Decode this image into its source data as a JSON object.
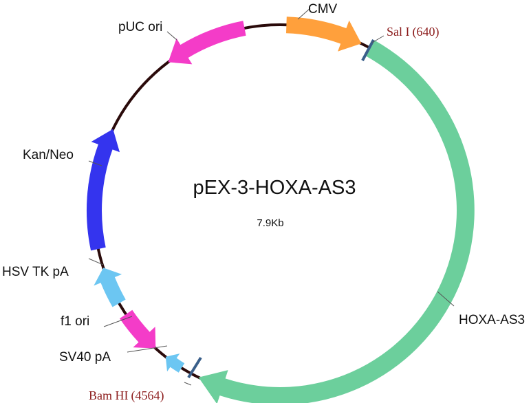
{
  "plasmid": {
    "name": "pEX-3-HOXA-AS3",
    "size": "7.9Kb"
  },
  "features": [
    {
      "id": "cmv",
      "label": "CMV",
      "color": "#ffa03c",
      "shape": "arrow-clockwise"
    },
    {
      "id": "hoxa-as3",
      "label": "HOXA-AS3",
      "color": "#6ccf9c",
      "shape": "arrow-clockwise"
    },
    {
      "id": "sv40-pa",
      "label": "SV40 pA",
      "color": "#6cc6f2",
      "shape": "arrow-clockwise"
    },
    {
      "id": "f1-ori",
      "label": "f1 ori",
      "color": "#f43cc8",
      "shape": "arrow-counterclockwise"
    },
    {
      "id": "hsv-tk-pa",
      "label": "HSV TK pA",
      "color": "#6cc6f2",
      "shape": "arrow-clockwise"
    },
    {
      "id": "kan-neo",
      "label": "Kan/Neo",
      "color": "#3434ee",
      "shape": "arrow-clockwise"
    },
    {
      "id": "puc-ori",
      "label": "pUC ori",
      "color": "#f43cc8",
      "shape": "arrow-counterclockwise"
    }
  ],
  "sites": [
    {
      "id": "sal-i",
      "enzyme": "Sal  I",
      "position": "(640)"
    },
    {
      "id": "bam-hi",
      "enzyme": "Bam  HI",
      "position": "(4564)"
    }
  ],
  "colors": {
    "backbone": "#2a0a0a",
    "site_mark": "#3a5f8a",
    "site_text": "#8b1a1a"
  }
}
